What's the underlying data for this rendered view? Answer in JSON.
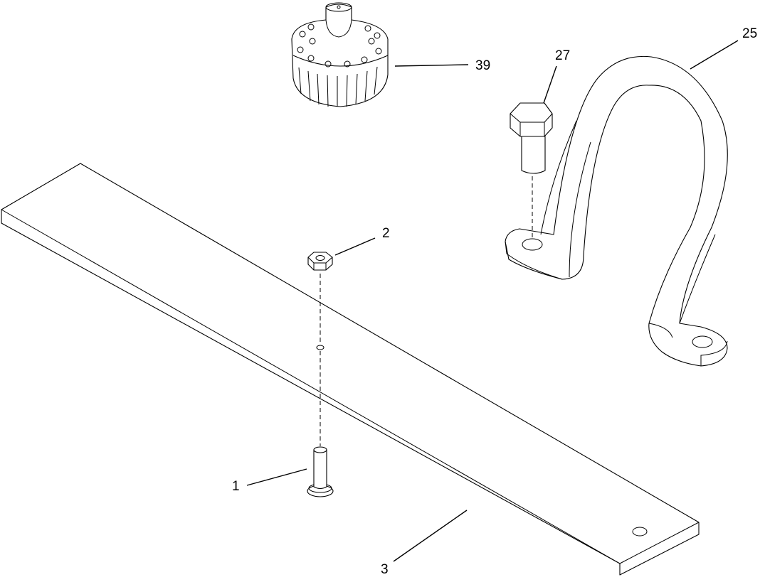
{
  "callouts": {
    "c1": "1",
    "c2": "2",
    "c3": "3",
    "c25": "25",
    "c27": "27",
    "c39": "39"
  }
}
